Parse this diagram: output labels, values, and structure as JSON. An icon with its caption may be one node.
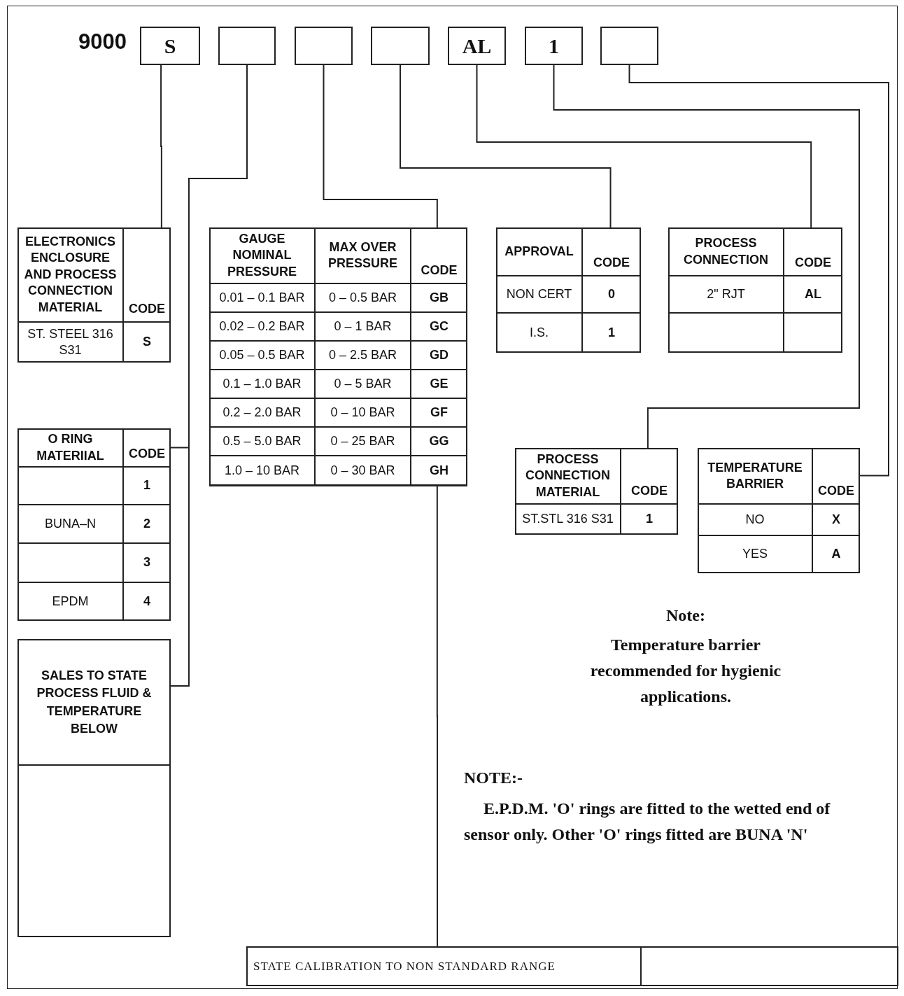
{
  "diagram": {
    "nodes": [
      {
        "text": [
          "S"
        ],
        "beside": [
          "9000"
        ]
      },
      {
        "text": [],
        "shape": "box"
      },
      {
        "text": [],
        "shape": "box"
      },
      {
        "text": [],
        "shape": "box"
      },
      {
        "text": [
          "AL"
        ]
      },
      {
        "text": [
          "1"
        ]
      },
      {
        "text": [],
        "shape": "box"
      },
      {
        "text": [
          "ELECTRONICS ENCLOSURE AND PROCESS CONNECTION MATERIAL",
          "CODE",
          "ST. STEEL 316 S31",
          "S"
        ]
      },
      {
        "text": [
          "GAUGE NOMINAL PRESSURE",
          "MAX OVER PRESSURE",
          "CODE",
          "0.01 – 0.1 BAR",
          "0 – 0.5 BAR",
          "GB",
          "0.02 – 0.2 BAR",
          "0 – 1 BAR",
          "GC",
          "0.05 – 0.5 BAR",
          "0 – 2.5 BAR",
          "GD",
          "0.1 – 1.0 BAR",
          "0 – 5 BAR",
          "GE",
          "0.2 – 2.0 BAR",
          "0 – 10 BAR",
          "GF",
          "0.5 – 5.0 BAR",
          "0 – 25 BAR",
          "GG",
          "1.0 – 10 BAR",
          "0 – 30 BAR",
          "GH"
        ]
      },
      {
        "text": [
          "APPROVAL",
          "CODE",
          "NON CERT",
          "0",
          "I.S.",
          "1"
        ]
      },
      {
        "text": [
          "PROCESS CONNECTION",
          "CODE",
          "2\" RJT",
          "AL"
        ]
      },
      {
        "text": [
          "O RING MATERIIAL",
          "CODE",
          "1",
          "BUNA–N",
          "2",
          "3",
          "EPDM",
          "4"
        ]
      },
      {
        "text": [
          "PROCESS CONNECTION MATERIAL",
          "CODE",
          "ST.STL 316 S31",
          "1"
        ]
      },
      {
        "text": [
          "TEMPERATURE BARRIER",
          "CODE",
          "NO",
          "X",
          "YES",
          "A"
        ]
      },
      {
        "text": [
          "SALES TO STATE PROCESS FLUID & TEMPERATURE BELOW"
        ]
      },
      {
        "text": [
          "STATE CALIBRATION TO NON STANDARD RANGE"
        ]
      }
    ],
    "edges": [
      {
        "from": 0,
        "to": 7,
        "arrow": "none"
      },
      {
        "from": 1,
        "to": 11,
        "arrow": "none"
      },
      {
        "from": 1,
        "to": 14,
        "arrow": "none"
      },
      {
        "from": 2,
        "to": 8,
        "arrow": "none"
      },
      {
        "from": 3,
        "to": 9,
        "arrow": "none"
      },
      {
        "from": 4,
        "to": 10,
        "arrow": "none"
      },
      {
        "from": 5,
        "to": 12,
        "arrow": "none"
      },
      {
        "from": 6,
        "to": 13,
        "arrow": "none"
      },
      {
        "from": 8,
        "to": 15,
        "arrow": "none"
      }
    ],
    "labels": [
      "Note:",
      "Temperature barrier recommended for hygienic applications.",
      "NOTE:-",
      "E.P.D.M. 'O' rings are fitted to the wetted end of sensor only. Other 'O' rings fitted are BUNA 'N'"
    ]
  }
}
